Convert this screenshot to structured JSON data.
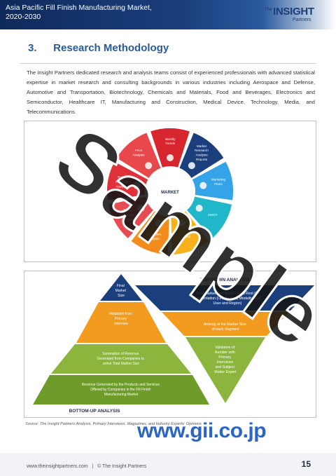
{
  "header": {
    "title_line1": "Asia Pacific Fill Finish Manufacturing Market,",
    "title_line2": "2020-2030",
    "logo_the": "The",
    "logo_main": "INSIGHT",
    "logo_sub": "Partners"
  },
  "section": {
    "number": "3.",
    "title": "Research Methodology"
  },
  "intro": "The Insight Partners dedicated research and analysis teams consist of experienced professionals with advanced statistical expertise in market research and consulting backgrounds in various industries including Aerospace and Defense, Automotive and Transportation, Biotechnology, Chemicals and Materials, Food and Beverages, Electronics and Semiconductor, Healthcare IT, Manufacturing and Construction, Medical Device, Technology, Media, and Telecommunications.",
  "wheel": {
    "center_label": "MARKET",
    "segments": [
      {
        "label": "Identify Trends",
        "color": "#d8262f"
      },
      {
        "label": "Market Research Analysis Reports",
        "color": "#1b3f7c"
      },
      {
        "label": "Marketing Plans",
        "color": "#34a3e8"
      },
      {
        "label": "SWOT",
        "color": "#1fb7c9"
      },
      {
        "label": "Final",
        "color": "#f7b21b"
      },
      {
        "label": "Competitor Analysis",
        "color": "#f28c1d"
      },
      {
        "label": "Threat Financial Analysis",
        "color": "#e84c53"
      },
      {
        "label": "Threat Financial Analysis",
        "color": "#e0303a"
      },
      {
        "label": "Price Analysis",
        "color": "#e8484c"
      }
    ]
  },
  "top_down": {
    "title": "TOP-DOWN ANALYSIS",
    "steps": [
      "Final Market Size Break Up To Rest Of Segmentation (i.e., Product, Modality, End User and Region)",
      "Arriving at the Market Size of each Segment",
      "Validation of Number with Primary Interviews and Subject Matter Expert"
    ]
  },
  "bottom_up": {
    "title": "BOTTOM-UP ANALYSIS",
    "steps": [
      "Final Market Size",
      "Validation from Primary Interview",
      "Summation of Revenue Generated from Companies to arrive Total Market Size",
      "Revenue Generated by the Products and Services Offered by Companies in the Fill Finish Manufacturing Market"
    ]
  },
  "source": "Source: The Insight Partners Analysis, Primary Interviews, Magazines, and Industry Experts' Opinions",
  "footer": {
    "site": "www.theinsightpartners.com",
    "separator": "|",
    "copyright": "© The Insight Partners",
    "page": "15"
  },
  "watermarks": {
    "sample": "Sample",
    "gii": "www.gii.co.jp"
  },
  "colors": {
    "navy": "#1b3f7c",
    "blue": "#2a5a9e",
    "pyramid_light": "#a8c45a",
    "pyramid_mid": "#8bb53d",
    "pyramid_dark": "#6e9c2a",
    "orange": "#f39b1e",
    "green_accent": "#7bbf3a"
  }
}
